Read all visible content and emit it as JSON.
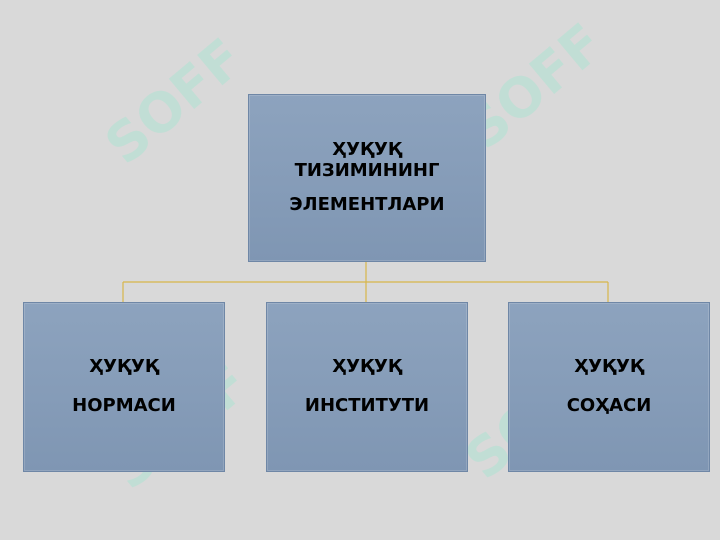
{
  "root": {
    "line1": "ҲУҚУҚ",
    "line2": "ТИЗИМИНИНГ",
    "line3": "ЭЛЕМЕНТЛАРИ"
  },
  "children": [
    {
      "line1": "ҲУҚУҚ",
      "line2": "НОРМАСИ"
    },
    {
      "line1": "ҲУҚУҚ",
      "line2": "ИНСТИТУТИ"
    },
    {
      "line1": "ҲУҚУҚ",
      "line2": "СОҲАСИ"
    }
  ],
  "watermark": {
    "text": "SOFF"
  },
  "colors": {
    "background": "#d9d9d9",
    "box_fill": "#8da3be",
    "connector": "#d8b64a",
    "watermark": "#8cebcd"
  }
}
